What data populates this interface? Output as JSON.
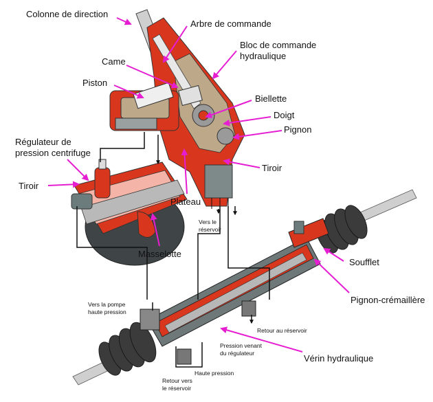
{
  "labels": {
    "colonne": "Colonne de direction",
    "arbre": "Arbre de commande",
    "bloc": "Bloc de commande\nhydraulique",
    "came": "Came",
    "piston": "Piston",
    "biellette": "Biellette",
    "doigt": "Doigt",
    "pignon": "Pignon",
    "regulateur": "Régulateur de\npression centrifuge",
    "tiroir_left": "Tiroir",
    "tiroir_right": "Tiroir",
    "plateau": "Plateau",
    "vers_reservoir": "Vers le\nréservoir",
    "masselotte": "Masselotte",
    "soufflet": "Soufflet",
    "pignon_cremaillere": "Pignon-crémaillère",
    "vers_pompe": "Vers la pompe\nhaute pression",
    "retour_reservoir": "Retour au réservoir",
    "pression_venant": "Pression venant\ndu régulateur",
    "verin": "Vérin hydraulique",
    "haute_pression": "Haute pression",
    "retour_vers": "Retour vers\nle réservoir"
  },
  "colors": {
    "leader": "#e61ed2",
    "body_red": "#d9361e",
    "metal": "#bfbfbf",
    "dark": "#555555",
    "pipe": "#111111"
  }
}
